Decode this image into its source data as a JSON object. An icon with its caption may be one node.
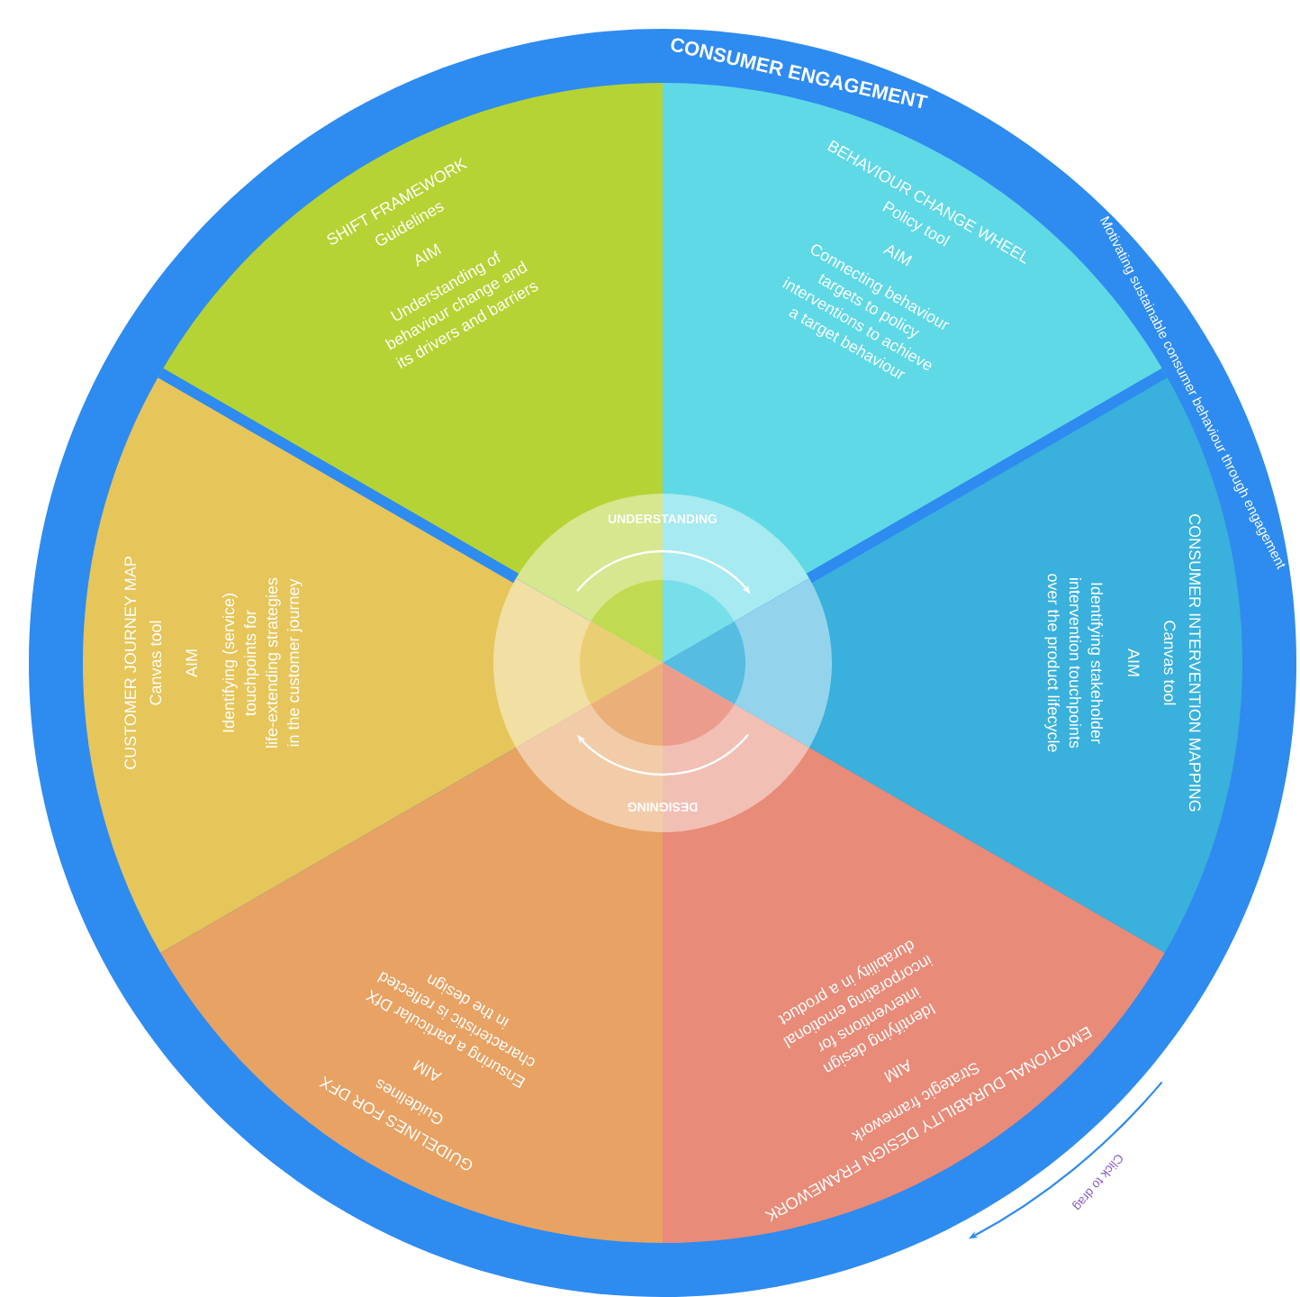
{
  "diagram": {
    "nodes": [
      {
        "text": [
          "CONSUMER ENGAGEMENT",
          "Motivating sustainable consumer behaviour through engagement"
        ]
      },
      {
        "text": [
          "SHIFT FRAMEWORK",
          "Guidelines",
          "AIM",
          "Understanding of behaviour change and its drivers and barriers"
        ],
        "in": 0
      },
      {
        "text": [
          "BEHAVIOUR CHANGE WHEEL",
          "Policy tool",
          "AIM",
          "Connecting behaviour targets to policy interventions to achieve a target behaviour"
        ],
        "in": 0
      },
      {
        "text": [
          "CUSTOMER JOURNEY MAP",
          "Canvas tool",
          "AIM",
          "Identifying (service) touchpoints for life-extending strategies in the customer journey"
        ],
        "in": 0
      },
      {
        "text": [
          "CONSUMER INTERVENTION MAPPING",
          "Canvas tool",
          "AIM",
          "Identifying stakeholder intervention touchpoints over the product lifecycle"
        ],
        "in": 0
      },
      {
        "text": [
          "GUIDELINES FOR DFX",
          "Guidelines",
          "AIM",
          "Ensuring a particular DfX characteristic is reflected in the design"
        ],
        "in": 0
      },
      {
        "text": [
          "EMOTIONAL DURABILITY DESIGN FRAMEWORK",
          "Strategic framework",
          "AIM",
          "Identifying design interventions for incorporating emotional durability in a product"
        ],
        "in": 0
      },
      {
        "text": [
          "UNDERSTANDING",
          "DESIGNING"
        ],
        "in": 0
      }
    ],
    "labels": [
      "Click to drag"
    ]
  }
}
